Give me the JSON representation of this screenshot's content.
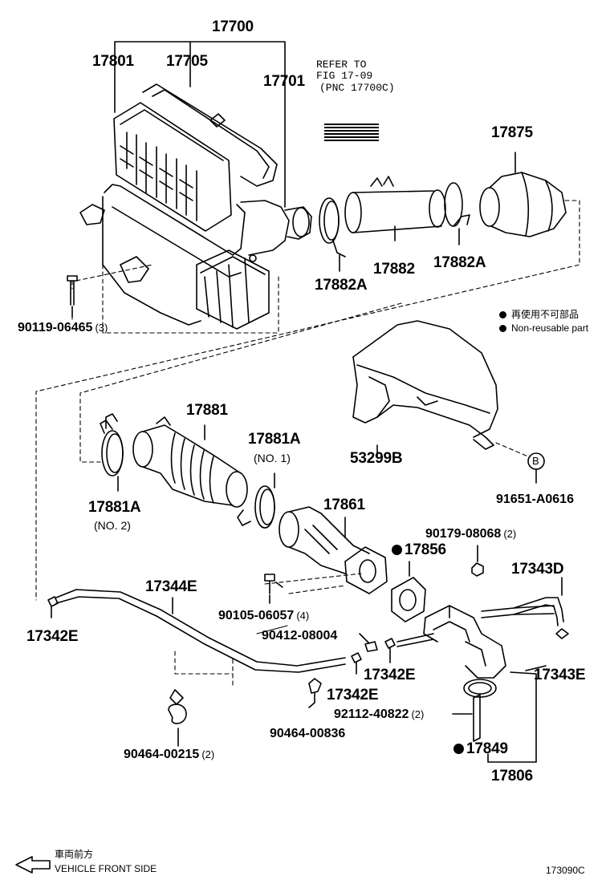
{
  "refer_note": {
    "line1": "REFER TO",
    "line2": "FIG 17-09",
    "line3": "(PNC 17700C)"
  },
  "legend": {
    "line1": "再使用不可部品",
    "line2": "Non-reusable part"
  },
  "labels": {
    "p17700": "17700",
    "p17801": "17801",
    "p17705": "17705",
    "p17701": "17701",
    "p17875": "17875",
    "p17882": "17882",
    "p17882A_right": "17882A",
    "p17882A_left": "17882A",
    "p90119": "90119-06465",
    "p90119_qty": "(3)",
    "p17881": "17881",
    "p17881A_no1": "17881A",
    "p17881A_no1_sub": "(NO. 1)",
    "p17881A_no2": "17881A",
    "p17881A_no2_sub": "(NO. 2)",
    "p53299B": "53299B",
    "b_circle": "B",
    "p91651": "91651-A0616",
    "p17861": "17861",
    "p17856": "17856",
    "p90179": "90179-08068",
    "p90179_qty": "(2)",
    "p17343D": "17343D",
    "p17344E": "17344E",
    "p90105": "90105-06057",
    "p90105_qty": "(4)",
    "p17342E_left": "17342E",
    "p90412": "90412-08004",
    "p17342E_mid": "17342E",
    "p17343E": "17343E",
    "p17342E_low": "17342E",
    "p92112": "92112-40822",
    "p92112_qty": "(2)",
    "p90464_00836": "90464-00836",
    "p17849": "17849",
    "p90464_00215": "90464-00215",
    "p90464_00215_qty": "(2)",
    "p17806": "17806"
  },
  "footer": {
    "jp": "車両前方",
    "en": "VEHICLE FRONT SIDE",
    "code": "173090C"
  }
}
